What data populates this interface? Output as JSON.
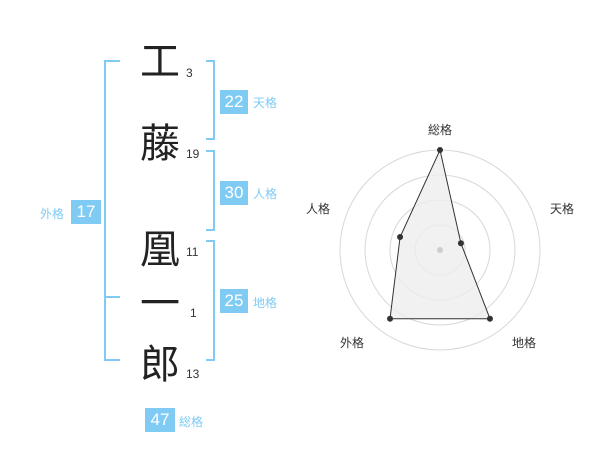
{
  "name": {
    "chars": [
      {
        "char": "工",
        "strokes": "3"
      },
      {
        "char": "藤",
        "strokes": "19"
      },
      {
        "char": "凰",
        "strokes": "11"
      },
      {
        "char": "一",
        "strokes": "1"
      },
      {
        "char": "郎",
        "strokes": "13"
      }
    ]
  },
  "kaku": {
    "tenkaku": {
      "value": "22",
      "label": "天格"
    },
    "jinkaku": {
      "value": "30",
      "label": "人格"
    },
    "chikaku": {
      "value": "25",
      "label": "地格"
    },
    "gaikaku": {
      "value": "17",
      "label": "外格"
    },
    "soukaku": {
      "value": "47",
      "label": "総格"
    }
  },
  "colors": {
    "accent": "#7fcbf3",
    "text": "#222222",
    "radar_fill": "#eeeeee",
    "radar_ring": "#d8d8d8"
  },
  "chart_data": {
    "type": "radar",
    "axes": [
      "総格",
      "天格",
      "地格",
      "外格",
      "人格"
    ],
    "values": [
      1.0,
      0.22,
      0.85,
      0.85,
      0.42
    ],
    "range": [
      0,
      1
    ],
    "rings": 4,
    "center_marker": true
  }
}
